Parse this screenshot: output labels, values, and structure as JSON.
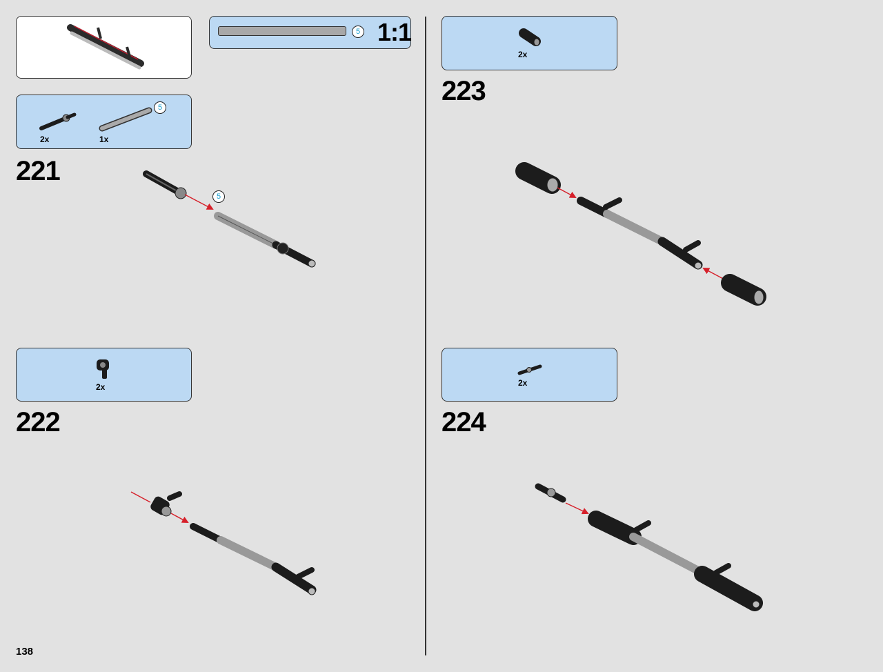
{
  "page": {
    "number": "138"
  },
  "submodel": {
    "icon": "submodel-axle-assembly-icon"
  },
  "scale": {
    "label": "1:1",
    "axle_length": "5"
  },
  "steps": [
    {
      "number": "221",
      "parts": [
        {
          "qty": "2x",
          "icon": "axle-pin-icon"
        },
        {
          "qty": "1x",
          "icon": "axle-icon",
          "length": "5"
        }
      ],
      "callout_length": "5"
    },
    {
      "number": "222",
      "parts": [
        {
          "qty": "2x",
          "icon": "angled-connector-icon"
        }
      ]
    },
    {
      "number": "223",
      "parts": [
        {
          "qty": "2x",
          "icon": "tube-bush-icon"
        }
      ]
    },
    {
      "number": "224",
      "parts": [
        {
          "qty": "2x",
          "icon": "pin-connector-icon"
        }
      ]
    }
  ],
  "colors": {
    "background": "#e2e2e2",
    "callout": "#bcd9f3",
    "arrow": "#d6202a",
    "part_dark": "#1c1c1c",
    "part_gray": "#9a9a9a"
  }
}
